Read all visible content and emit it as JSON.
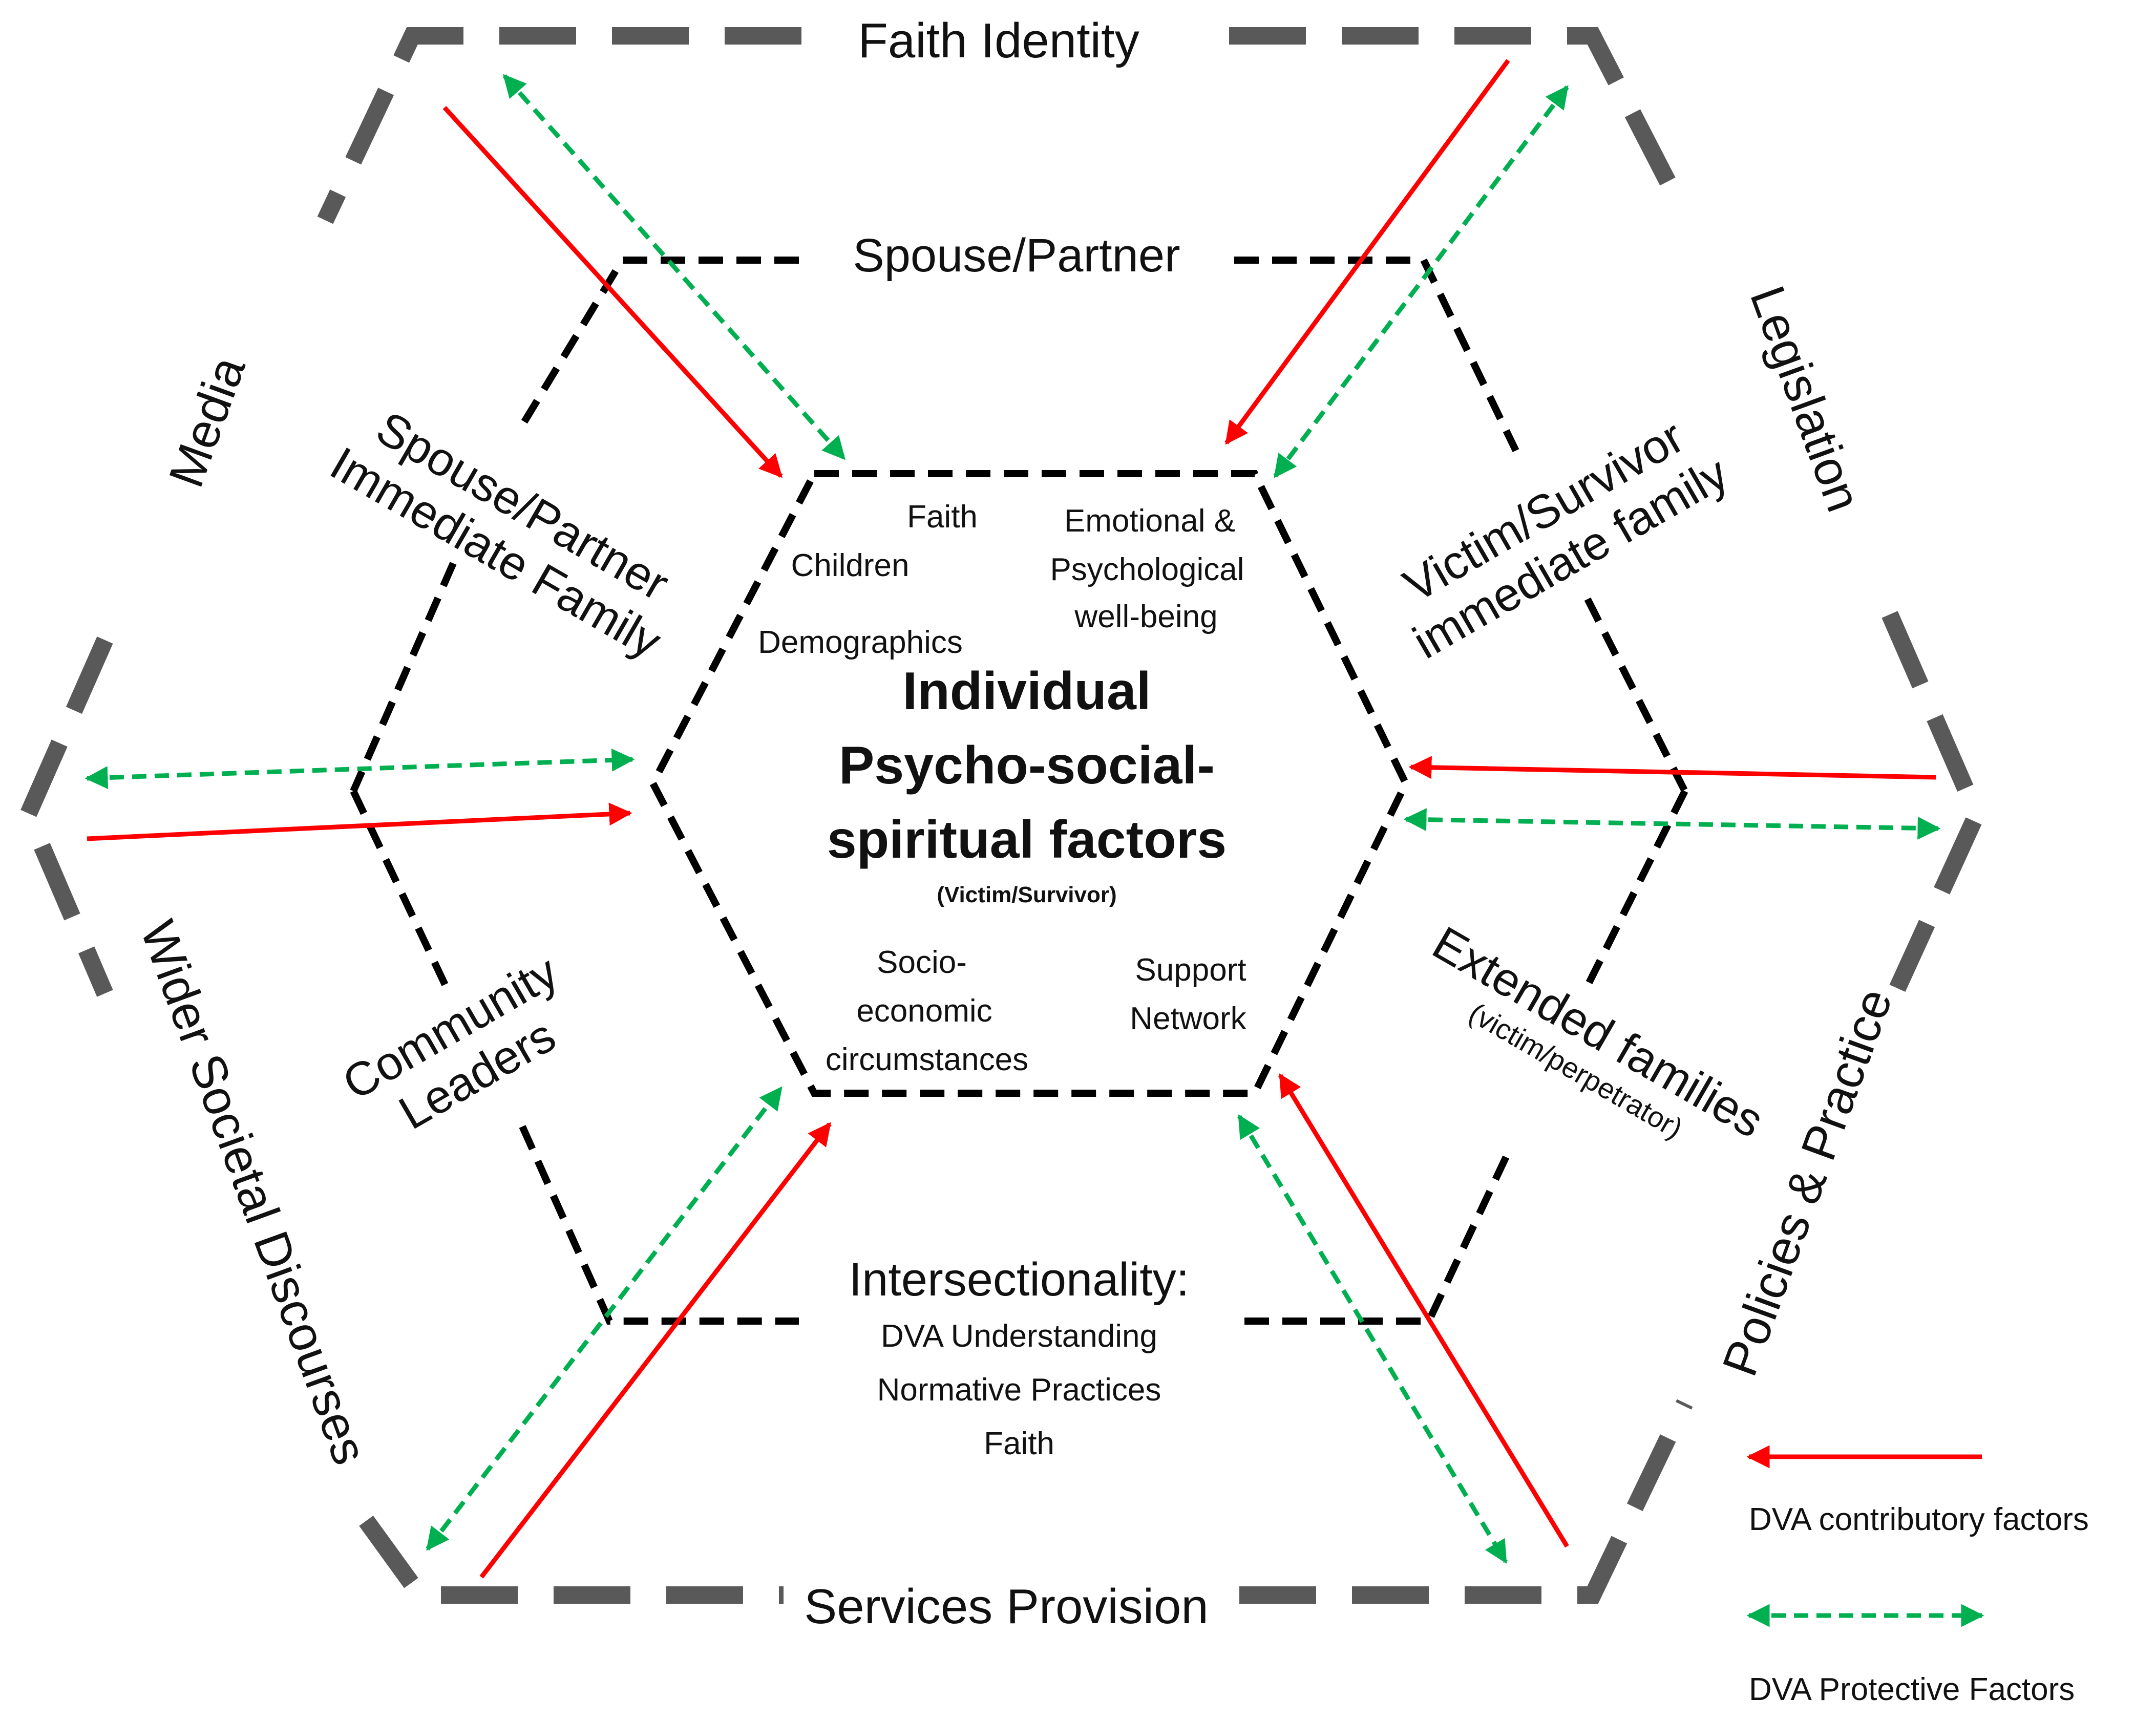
{
  "outer": {
    "top": "Faith Identity",
    "left_upper": "Media",
    "right_upper": "Legislation",
    "left_lower": "Wider Societal Discourses",
    "right_lower": "Policies & Practice",
    "bottom": "Services Provision"
  },
  "middle": {
    "top": "Spouse/Partner",
    "upper_left": [
      "Spouse/Partner",
      "Immediate Family"
    ],
    "upper_right": [
      "Victim/Survivor",
      "immediate family"
    ],
    "lower_left": [
      "Community",
      "Leaders"
    ],
    "lower_right": "Extended families",
    "lower_right_sub": "(victim/perpetrator)",
    "bottom": [
      "Intersectionality:",
      "DVA Understanding",
      "Normative Practices",
      "Faith"
    ]
  },
  "inner": {
    "faith": "Faith",
    "children": "Children",
    "demographics": "Demographics",
    "emotional": [
      "Emotional &",
      "Psychological",
      "well-being"
    ],
    "socio": [
      "Socio-",
      "economic",
      "circumstances"
    ],
    "support": [
      "Support",
      "Network"
    ]
  },
  "center": {
    "title": [
      "Individual",
      "Psycho-social-",
      "spiritual factors"
    ],
    "subtitle": "(Victim/Survivor)"
  },
  "legend": {
    "contributory": "DVA contributory factors",
    "protective": "DVA Protective Factors"
  },
  "colors": {
    "outer_hexagon": "#595959",
    "middle_hexagon": "#000000",
    "contributory_arrow": "#ff0000",
    "protective_arrow": "#00b050"
  }
}
